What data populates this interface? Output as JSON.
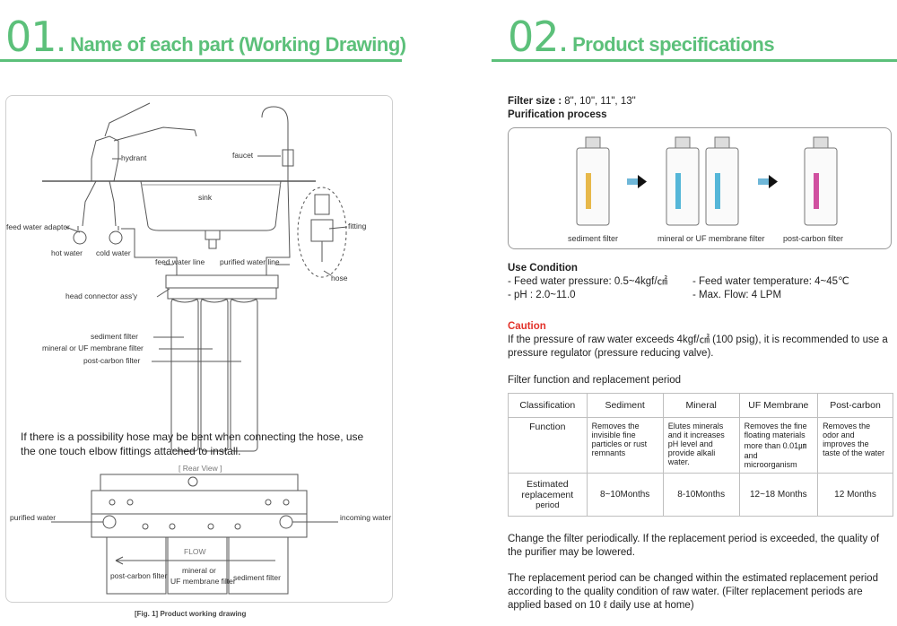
{
  "left": {
    "number": "01",
    "dot": ".",
    "title": "Name of each part (Working Drawing)",
    "labels": {
      "hydrant": "hydrant",
      "faucet": "faucet",
      "sink": "sink",
      "feed_water_adaptor": "feed water adaptor",
      "fitting": "fitting",
      "hot_water": "hot water",
      "cold_water": "cold water",
      "feed_water_line": "feed water line",
      "purified_water_line": "purified water line",
      "hose": "hose",
      "head_connector": "head connector ass'y",
      "sediment_filter": "sediment filter",
      "mineral_uf_filter": "mineral or UF membrane filter",
      "post_carbon_filter": "post-carbon filter"
    },
    "note": "If there is a possibility hose may be bent when connecting the hose, use the one touch elbow fittings attached to install.",
    "rear": {
      "title": "[ Rear View ]",
      "purified_water": "purified water",
      "incoming_water": "incoming water",
      "flow": "FLOW",
      "post_carbon": "post-carbon filter",
      "mineral_1": "mineral or",
      "mineral_2": "UF membrane filter",
      "sediment": "sediment filter"
    },
    "caption": "[Fig. 1] Product working drawing"
  },
  "right": {
    "number": "02",
    "dot": ".",
    "title": "Product specifications",
    "filter_size_label": "Filter size :",
    "filter_size_value": "8\", 10\", 11\", 13\"",
    "purification_title": "Purification process",
    "process_labels": [
      "sediment filter",
      "mineral or UF membrane filter",
      "post-carbon filter"
    ],
    "use_condition_title": "Use Condition",
    "conditions": [
      "- Feed water pressure: 0.5~4kgf/㎠",
      "- Feed water temperature: 4~45℃",
      "- pH : 2.0~11.0",
      "- Max. Flow: 4 LPM"
    ],
    "caution_title": "Caution",
    "caution_text": "If the pressure of raw water exceeds 4kgf/㎠ (100 psig), it is recommended to use a pressure regulator (pressure reducing valve).",
    "table_title": "Filter function and replacement period",
    "table": {
      "headers": [
        "Classification",
        "Sediment",
        "Mineral",
        "UF Membrane",
        "Post-carbon"
      ],
      "function_label": "Function",
      "functions": [
        "Removes the invisible fine particles or rust remnants",
        "Elutes minerals and it increases pH level and provide alkali water.",
        "Removes the fine floating materials more than 0.01㎛ and microorganism",
        "Removes the odor and improves the taste of the water"
      ],
      "estimated_1": "Estimated",
      "estimated_2": "replacement",
      "estimated_3": "period",
      "periods": [
        "8~10Months",
        "8-10Months",
        "12~18 Months",
        "12 Months"
      ]
    },
    "para1": "Change the filter periodically. If the replacement period is exceeded, the quality of the purifier may be lowered.",
    "para2": "The replacement period can be changed within the estimated replacement period according to the quality condition of raw water. (Filter replacement periods are applied based on 10 ℓ daily use at home)"
  }
}
